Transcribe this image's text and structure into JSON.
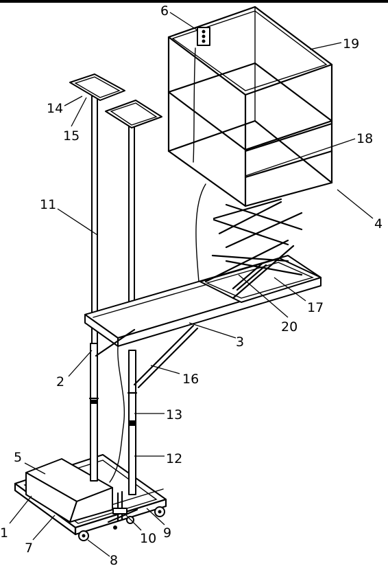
{
  "figure": {
    "labels": [
      {
        "id": "label-1",
        "text": "1"
      },
      {
        "id": "label-2",
        "text": "2"
      },
      {
        "id": "label-3",
        "text": "3"
      },
      {
        "id": "label-4",
        "text": "4"
      },
      {
        "id": "label-5",
        "text": "5"
      },
      {
        "id": "label-6",
        "text": "6"
      },
      {
        "id": "label-7",
        "text": "7"
      },
      {
        "id": "label-8",
        "text": "8"
      },
      {
        "id": "label-9",
        "text": "9"
      },
      {
        "id": "label-10",
        "text": "10"
      },
      {
        "id": "label-11",
        "text": "11"
      },
      {
        "id": "label-12",
        "text": "12"
      },
      {
        "id": "label-13",
        "text": "13"
      },
      {
        "id": "label-14",
        "text": "14"
      },
      {
        "id": "label-15",
        "text": "15"
      },
      {
        "id": "label-16",
        "text": "16"
      },
      {
        "id": "label-17",
        "text": "17"
      },
      {
        "id": "label-18",
        "text": "18"
      },
      {
        "id": "label-19",
        "text": "19"
      },
      {
        "id": "label-20",
        "text": "20"
      }
    ]
  }
}
